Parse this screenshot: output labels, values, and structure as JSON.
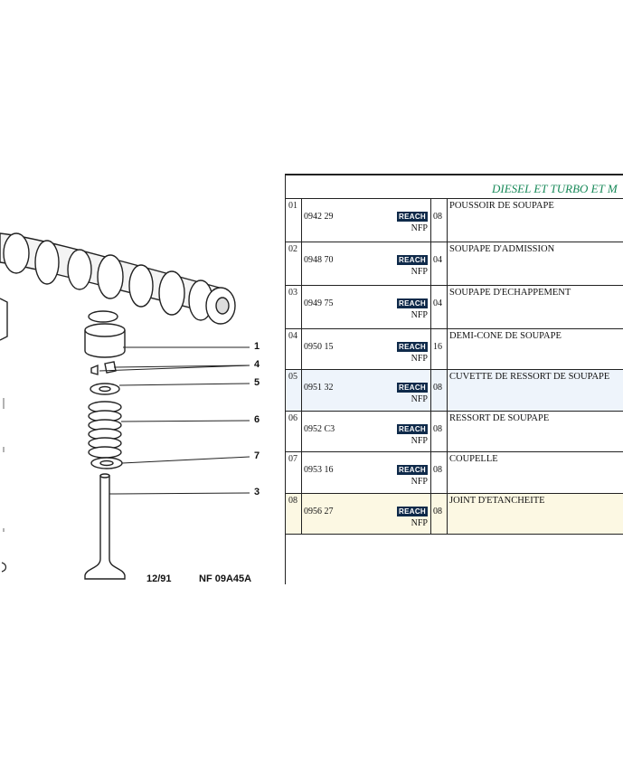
{
  "header": {
    "title": "DIESEL ET TURBO ET M"
  },
  "drawing": {
    "callouts": [
      "1",
      "4",
      "5",
      "6",
      "7",
      "3"
    ],
    "date": "12/91",
    "code": "NF 09A45A"
  },
  "rows": [
    {
      "index": "01",
      "ref": "0942 29",
      "badge": "REACH",
      "status": "NFP",
      "qty": "08",
      "desc": "POUSSOIR DE SOUPAPE"
    },
    {
      "index": "02",
      "ref": "0948 70",
      "badge": "REACH",
      "status": "NFP",
      "qty": "04",
      "desc": "SOUPAPE D'ADMISSION"
    },
    {
      "index": "03",
      "ref": "0949 75",
      "badge": "REACH",
      "status": "NFP",
      "qty": "04",
      "desc": "SOUPAPE D'ECHAPPEMENT"
    },
    {
      "index": "04",
      "ref": "0950 15",
      "badge": "REACH",
      "status": "NFP",
      "qty": "16",
      "desc": "DEMI-CONE DE SOUPAPE"
    },
    {
      "index": "05",
      "ref": "0951 32",
      "badge": "REACH",
      "status": "NFP",
      "qty": "08",
      "desc": "CUVETTE DE RESSORT DE SOUPAPE"
    },
    {
      "index": "06",
      "ref": "0952 C3",
      "badge": "REACH",
      "status": "NFP",
      "qty": "08",
      "desc": "RESSORT DE SOUPAPE"
    },
    {
      "index": "07",
      "ref": "0953 16",
      "badge": "REACH",
      "status": "NFP",
      "qty": "08",
      "desc": "COUPELLE"
    },
    {
      "index": "08",
      "ref": "0956 27",
      "badge": "REACH",
      "status": "NFP",
      "qty": "08",
      "desc": "JOINT D'ETANCHEITE"
    }
  ],
  "colors": {
    "header_text": "#1a8a5a",
    "badge_bg": "#0f2a4a",
    "row_highlight_blue": "#eef4fb",
    "row_highlight_yellow": "#fcf8e3"
  }
}
